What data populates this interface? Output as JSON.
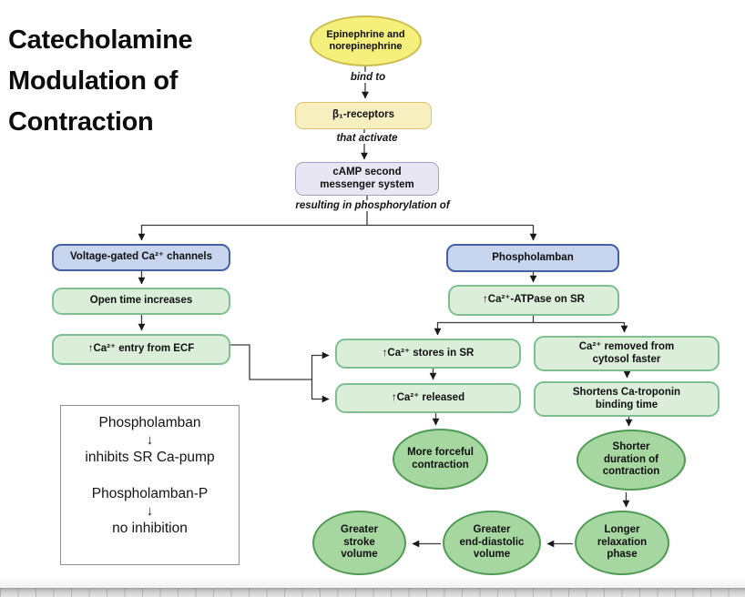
{
  "title": {
    "line1": "Catecholamine",
    "line2": "Modulation of",
    "line3": "Contraction"
  },
  "flow": {
    "epinephrine": "Epinephrine and\nnorepinephrine",
    "bind_to": "bind to",
    "beta_receptors": "β₁-receptors",
    "that_activate": "that activate",
    "camp": "cAMP second\nmessenger system",
    "resulting": "resulting in phosphorylation of",
    "voltage_gated": "Voltage-gated Ca²⁺ channels",
    "open_time": "Open time increases",
    "ca_entry": "↑Ca²⁺ entry from ECF",
    "phospholamban": "Phospholamban",
    "ca_atpase": "↑Ca²⁺-ATPase on SR",
    "ca_stores": "↑Ca²⁺ stores in SR",
    "ca_released": "↑Ca²⁺ released",
    "ca_removed": "Ca²⁺ removed from\ncytosol faster",
    "shortens": "Shortens Ca-troponin\nbinding time",
    "more_forceful": "More forceful\ncontraction",
    "shorter_duration": "Shorter\nduration of\ncontraction",
    "greater_stroke": "Greater\nstroke\nvolume",
    "greater_edv": "Greater\nend-diastolic\nvolume",
    "longer_relaxation": "Longer\nrelaxation\nphase"
  },
  "note_box": {
    "line1": "Phospholamban",
    "arrow1": "↓",
    "line2": "inhibits SR Ca-pump",
    "line3": "Phospholamban-P",
    "arrow2": "↓",
    "line4": "no inhibition"
  },
  "colors": {
    "node_yellow_fill": "#f5ef7b",
    "node_yellow_border": "#ccbc4f",
    "node_cream_fill": "#f8efc0",
    "node_cream_border": "#dcc36f",
    "node_lavender_fill": "#e9e6f4",
    "node_lavender_border": "#a59fc7",
    "node_blue_fill": "#c8d5ee",
    "node_blue_border": "#44609f",
    "node_green_fill": "#daeeda",
    "node_green_border": "#7fbe91",
    "ellipse_green_fill": "#a7d7a1",
    "ellipse_green_border": "#4f9a55",
    "line_color": "#3a3a3a"
  }
}
